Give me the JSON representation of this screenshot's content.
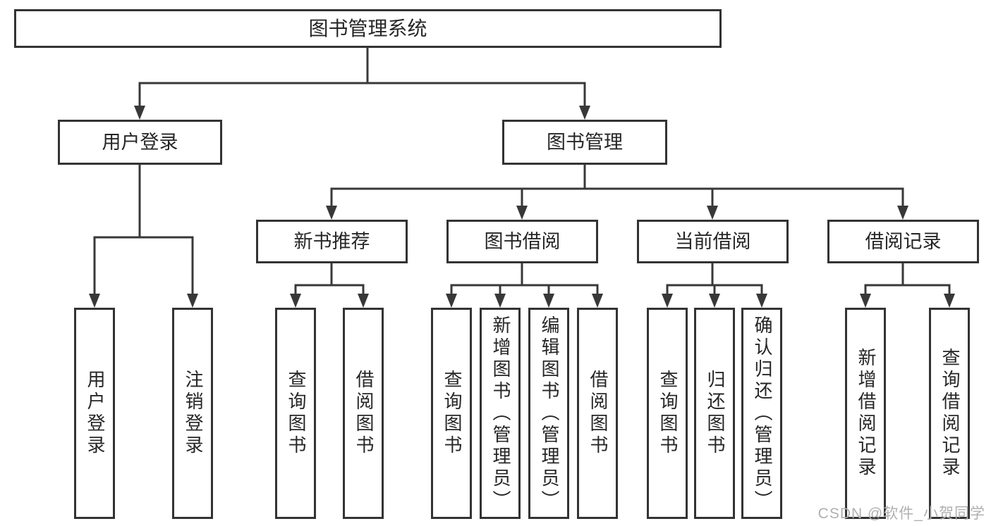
{
  "tree": {
    "label": "图书管理系统",
    "children": [
      {
        "label": "用户登录",
        "children": [
          {
            "label": "用户登录"
          },
          {
            "label": "注销登录"
          }
        ]
      },
      {
        "label": "图书管理",
        "children": [
          {
            "label": "新书推荐",
            "children": [
              {
                "label": "查询图书"
              },
              {
                "label": "借阅图书"
              }
            ]
          },
          {
            "label": "图书借阅",
            "children": [
              {
                "label": "查询图书"
              },
              {
                "label": "新增图书（管理员）"
              },
              {
                "label": "编辑图书（管理员）"
              },
              {
                "label": "借阅图书"
              }
            ]
          },
          {
            "label": "当前借阅",
            "children": [
              {
                "label": "查询图书"
              },
              {
                "label": "归还图书"
              },
              {
                "label": "确认归还（管理员）"
              }
            ]
          },
          {
            "label": "借阅记录",
            "children": [
              {
                "label": "新增借阅记录"
              },
              {
                "label": "查询借阅记录"
              }
            ]
          }
        ]
      }
    ]
  },
  "watermark": {
    "text": "CSDN @软件_小贺同学"
  },
  "colors": {
    "line": "#383838",
    "box_border": "#333333",
    "box_background": "#ffffff",
    "text": "#262626",
    "watermark": "#b0b0b0"
  }
}
